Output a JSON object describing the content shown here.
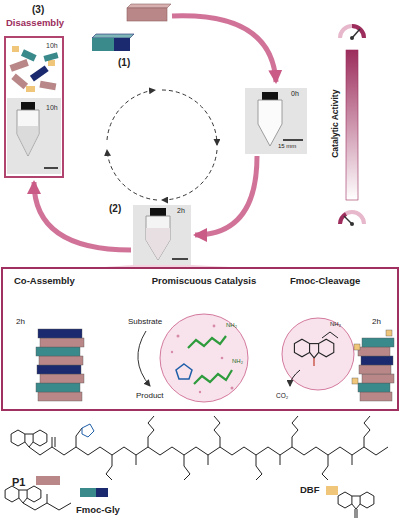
{
  "diagram": {
    "nodes": [
      {
        "text": [
          "(3)",
          "Disassembly",
          "10h",
          "10h"
        ]
      },
      {
        "text": [
          "0h",
          "15 mm"
        ]
      },
      {
        "text": [
          "(2)",
          "2h"
        ]
      },
      {
        "text": [
          "Co-Assembly",
          "2h"
        ]
      },
      {
        "text": [
          "Promiscuous Catalysis"
        ]
      },
      {
        "text": [
          "Fmoc-Cleavage"
        ]
      }
    ],
    "edges": [
      {
        "from": 1,
        "to": 2,
        "arrow": "to"
      },
      {
        "from": 2,
        "to": 0,
        "arrow": "to"
      }
    ],
    "labels": [
      "(1)",
      "Catalytic Activity",
      "Substrate",
      "Product",
      "NH₂",
      "NH₂",
      "NH₂",
      "CO₂",
      "2h",
      "P1",
      "Fmoc-Gly",
      "DBF"
    ]
  }
}
